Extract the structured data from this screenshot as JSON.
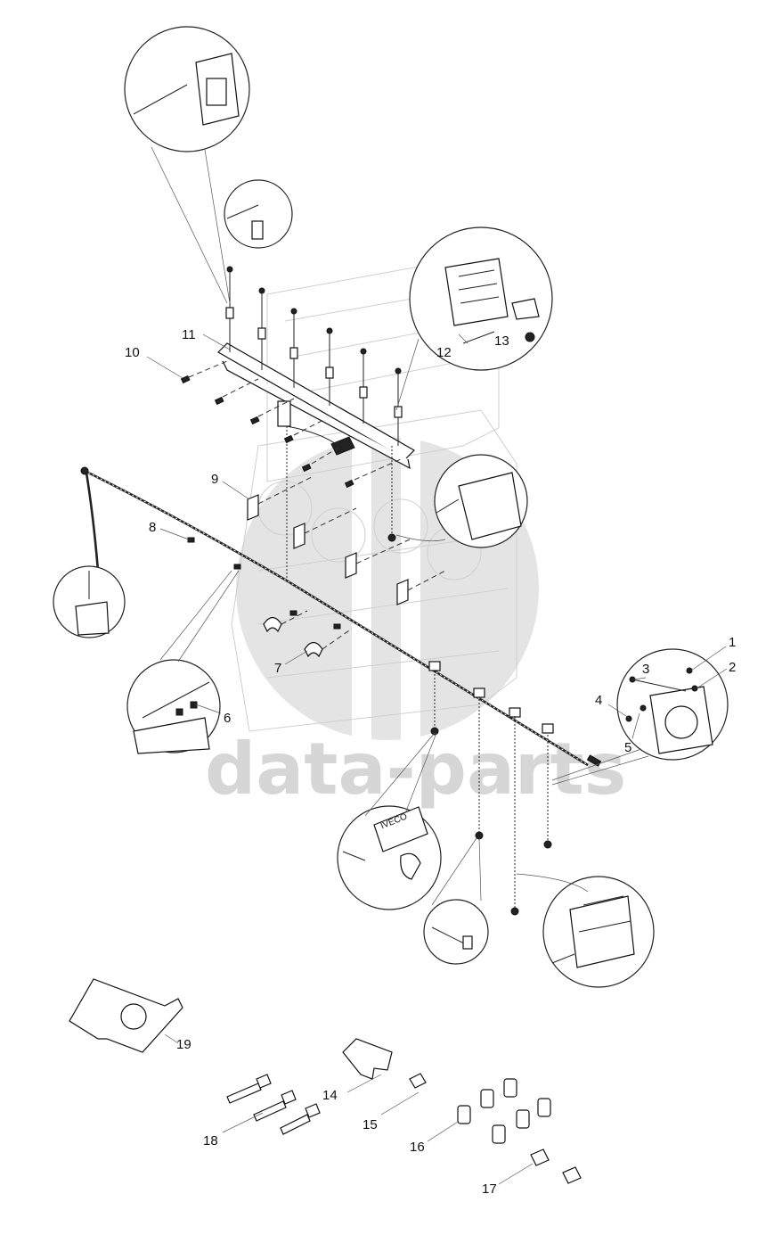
{
  "watermark": {
    "text": "data-parts",
    "color": "#d6d6d6"
  },
  "callouts": [
    {
      "id": "c1",
      "label": "1"
    },
    {
      "id": "c2",
      "label": "2"
    },
    {
      "id": "c3",
      "label": "3"
    },
    {
      "id": "c4",
      "label": "4"
    },
    {
      "id": "c5",
      "label": "5"
    },
    {
      "id": "c6",
      "label": "6"
    },
    {
      "id": "c7",
      "label": "7"
    },
    {
      "id": "c8",
      "label": "8"
    },
    {
      "id": "c9",
      "label": "9"
    },
    {
      "id": "c10",
      "label": "10"
    },
    {
      "id": "c11",
      "label": "11"
    },
    {
      "id": "c12",
      "label": "12"
    },
    {
      "id": "c13",
      "label": "13"
    },
    {
      "id": "c14",
      "label": "14"
    },
    {
      "id": "c15",
      "label": "15"
    },
    {
      "id": "c16",
      "label": "16"
    },
    {
      "id": "c17",
      "label": "17"
    },
    {
      "id": "c18",
      "label": "18"
    },
    {
      "id": "c19",
      "label": "19"
    }
  ],
  "detail_label": "IVECO"
}
